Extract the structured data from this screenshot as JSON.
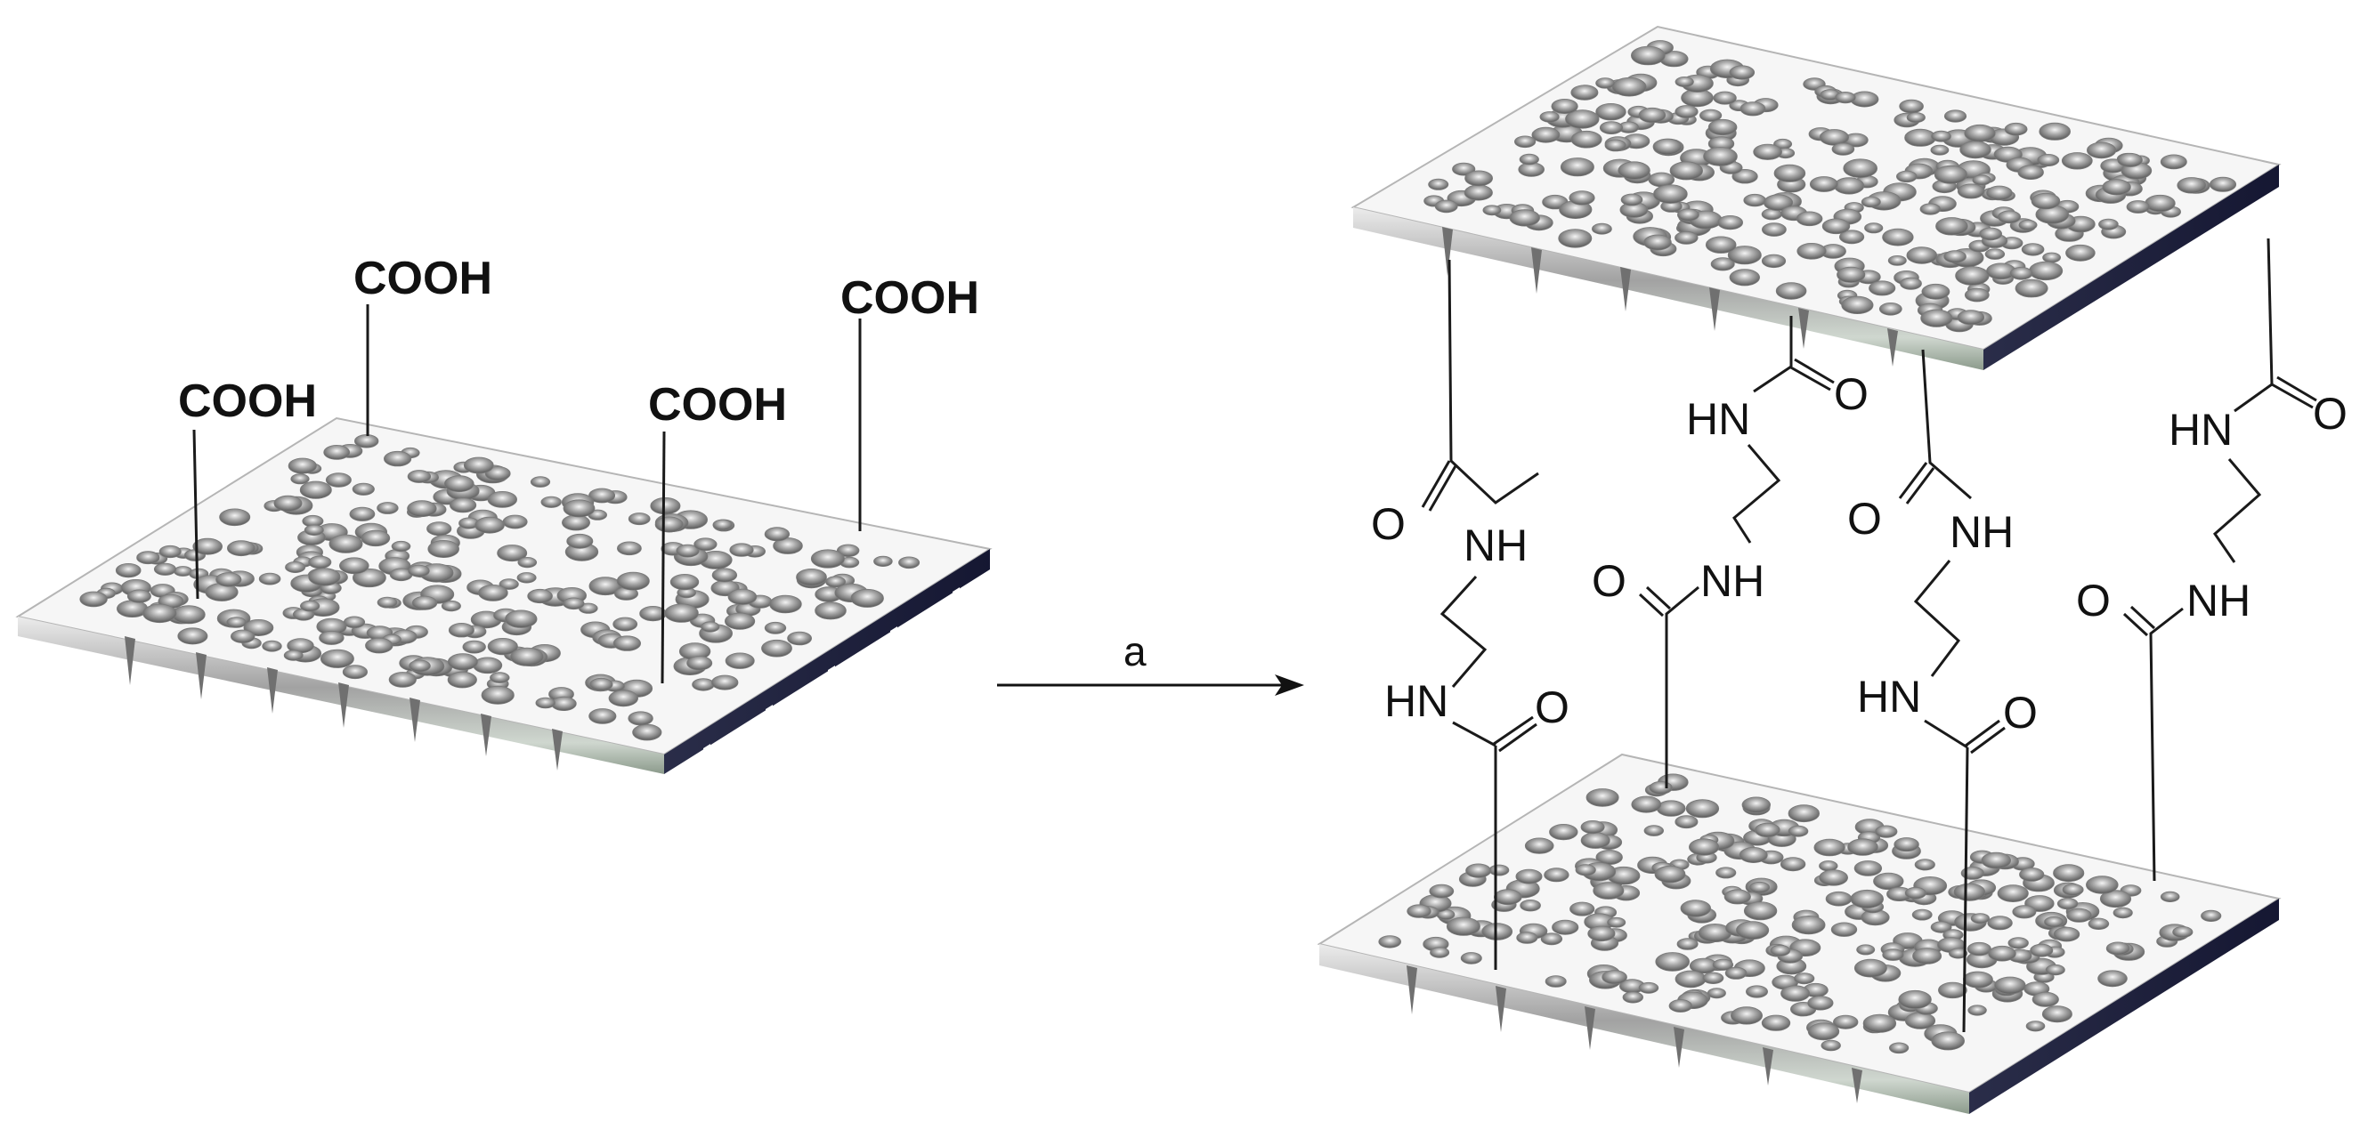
{
  "reaction": {
    "arrow_label": "a",
    "acid_group": "COOH",
    "amide_nh": "NH",
    "amide_hn": "HN",
    "oxygen": "O"
  }
}
